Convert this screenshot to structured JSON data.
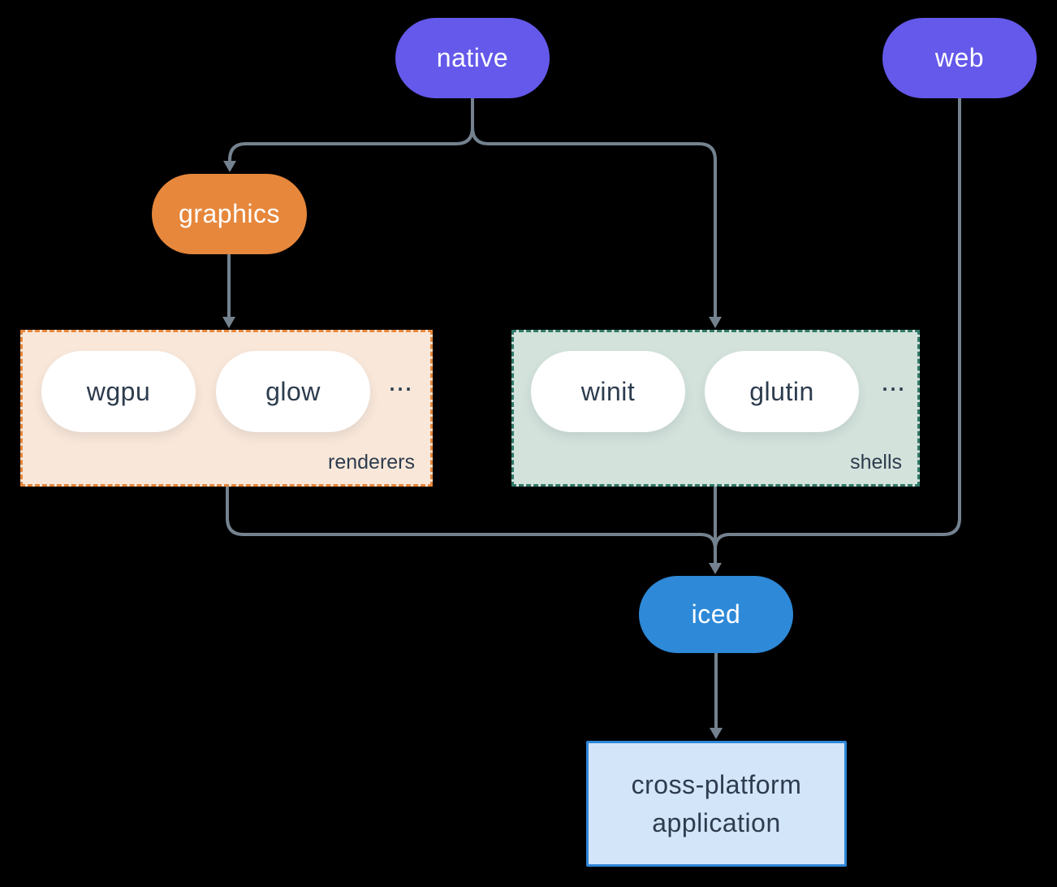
{
  "nodes": {
    "native": "native",
    "web": "web",
    "graphics": "graphics",
    "iced": "iced"
  },
  "groups": {
    "renderers": {
      "label": "renderers",
      "items": [
        "wgpu",
        "glow"
      ],
      "more": "..."
    },
    "shells": {
      "label": "shells",
      "items": [
        "winit",
        "glutin"
      ],
      "more": "..."
    }
  },
  "application": {
    "line1": "cross-platform",
    "line2": "application"
  },
  "colors": {
    "platform_pill": "#6459EA",
    "graphics_pill": "#E6873C",
    "iced_pill": "#2E89D8",
    "renderers_bg": "#F9E7D9",
    "renderers_border": "#E6873C",
    "shells_bg": "#D3E2DB",
    "shells_border": "#2F7A68",
    "application_bg": "#D3E5F8",
    "application_border": "#2E86D8",
    "connector": "#74828F",
    "dark_text": "#2D3C4E",
    "background": "#000000"
  }
}
